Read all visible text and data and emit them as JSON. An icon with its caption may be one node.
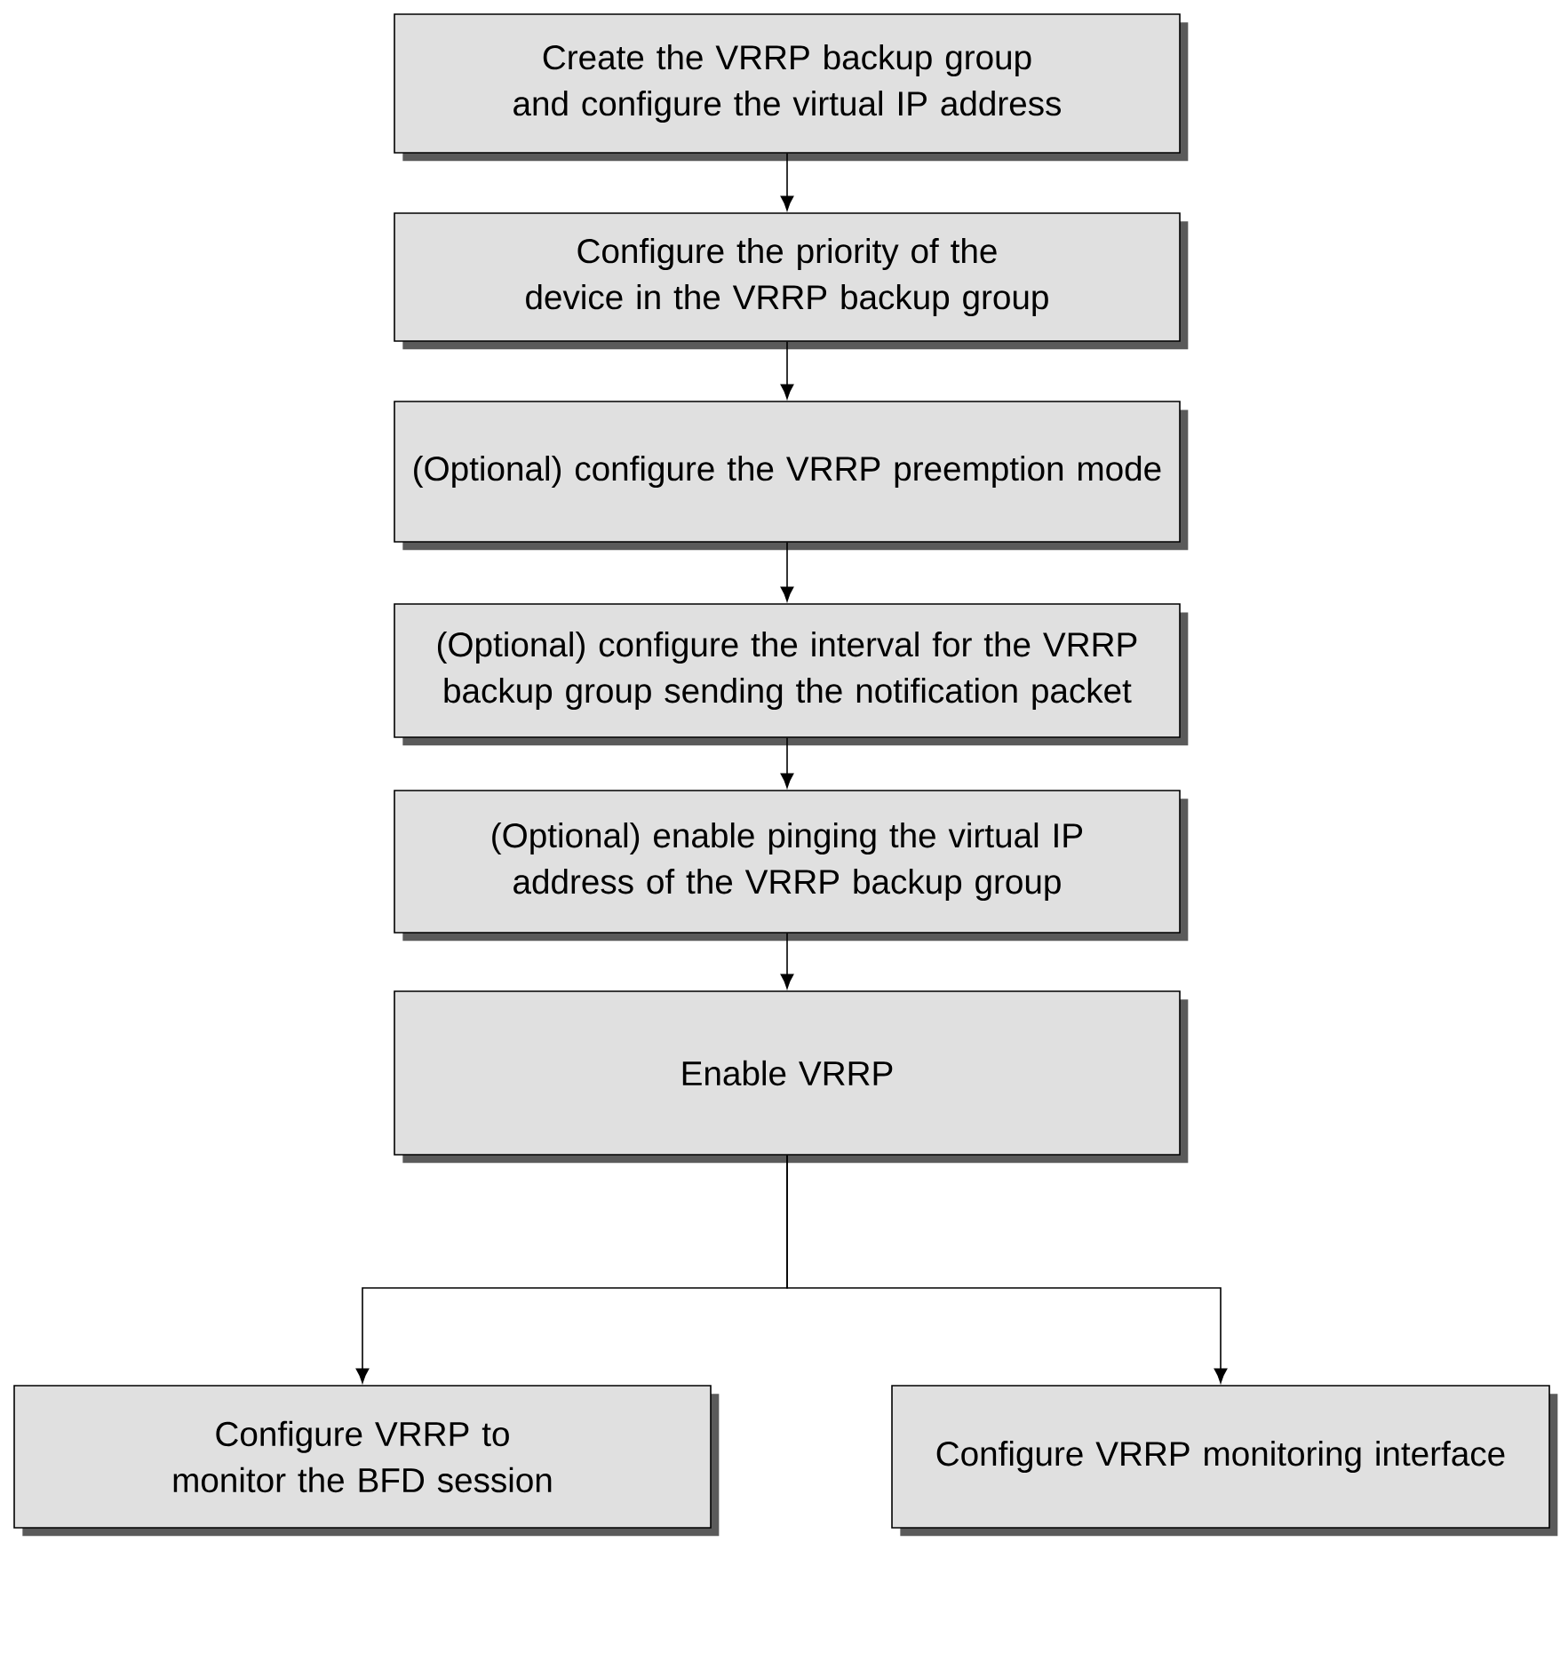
{
  "diagram": {
    "nodes": [
      {
        "text": [
          "Create the VRRP backup group and configure the virtual IP address"
        ]
      },
      {
        "text": [
          "Configure the priority of the device in the VRRP backup group"
        ]
      },
      {
        "text": [
          "(Optional) configure the VRRP preemption mode"
        ]
      },
      {
        "text": [
          "(Optional) configure  the interval for the VRRP backup group sending the notification packet"
        ]
      },
      {
        "text": [
          "(Optional) enable pinging the virtual IP address of the VRRP backup group"
        ]
      },
      {
        "text": [
          "Enable VRRP"
        ]
      },
      {
        "text": [
          "Configure VRRP to monitor the BFD session"
        ]
      },
      {
        "text": [
          "Configure VRRP monitoring interface"
        ]
      }
    ],
    "edges": [
      {
        "from": 0,
        "to": 1,
        "arrow": "to"
      },
      {
        "from": 1,
        "to": 2,
        "arrow": "to"
      },
      {
        "from": 2,
        "to": 3,
        "arrow": "to"
      },
      {
        "from": 3,
        "to": 4,
        "arrow": "to"
      },
      {
        "from": 4,
        "to": 5,
        "arrow": "to"
      },
      {
        "from": 5,
        "to": 6,
        "arrow": "to"
      },
      {
        "from": 5,
        "to": 7,
        "arrow": "to"
      }
    ]
  }
}
